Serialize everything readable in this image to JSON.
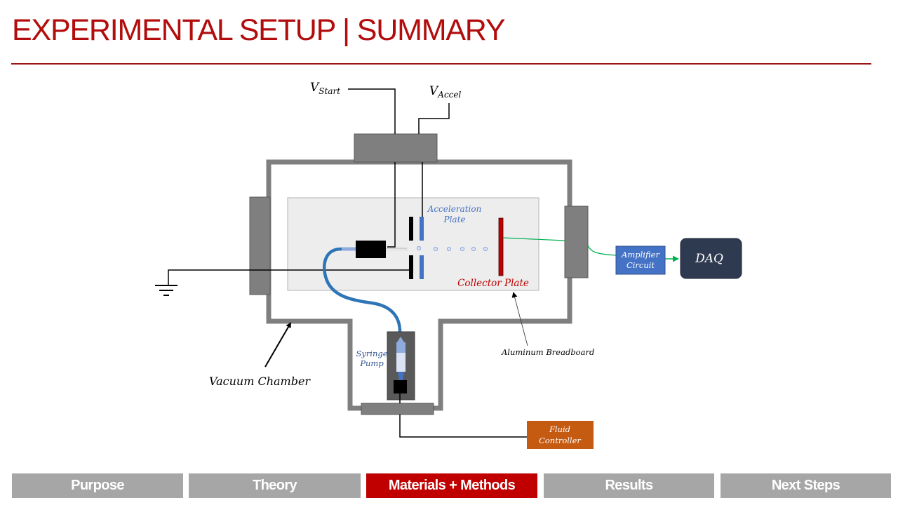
{
  "slide": {
    "title": "EXPERIMENTAL SETUP | SUMMARY",
    "accent_color": "#b30c0c"
  },
  "diagram": {
    "v_start": {
      "main": "V",
      "sub": "Start"
    },
    "v_accel": {
      "main": "V",
      "sub": "Accel"
    },
    "acceleration_plate_label": [
      "Acceleration",
      "Plate"
    ],
    "collector_plate_label": "Collector Plate",
    "amplifier_label": [
      "Amplifier",
      "Circuit"
    ],
    "daq_label": "DAQ",
    "syringe_pump_label": [
      "Syringe",
      "Pump"
    ],
    "vacuum_chamber_label": "Vacuum Chamber",
    "aluminum_breadboard_label": "Aluminum Breadboard",
    "fluid_controller_label": [
      "Fluid",
      "Controller"
    ],
    "colors": {
      "chamber": "#7f7f7f",
      "breadboard": "#ededed",
      "accel_plate": "#4472c4",
      "collector_plate": "#c00000",
      "signal_line": "#00b050",
      "amplifier": "#4472c4",
      "daq": "#2e3a4f",
      "fluid_controller": "#c55a11",
      "tubing": "#2e75b6"
    }
  },
  "nav": {
    "tabs": [
      {
        "label": "Purpose",
        "active": false
      },
      {
        "label": "Theory",
        "active": false
      },
      {
        "label": "Materials + Methods",
        "active": true
      },
      {
        "label": "Results",
        "active": false
      },
      {
        "label": "Next Steps",
        "active": false
      }
    ]
  }
}
